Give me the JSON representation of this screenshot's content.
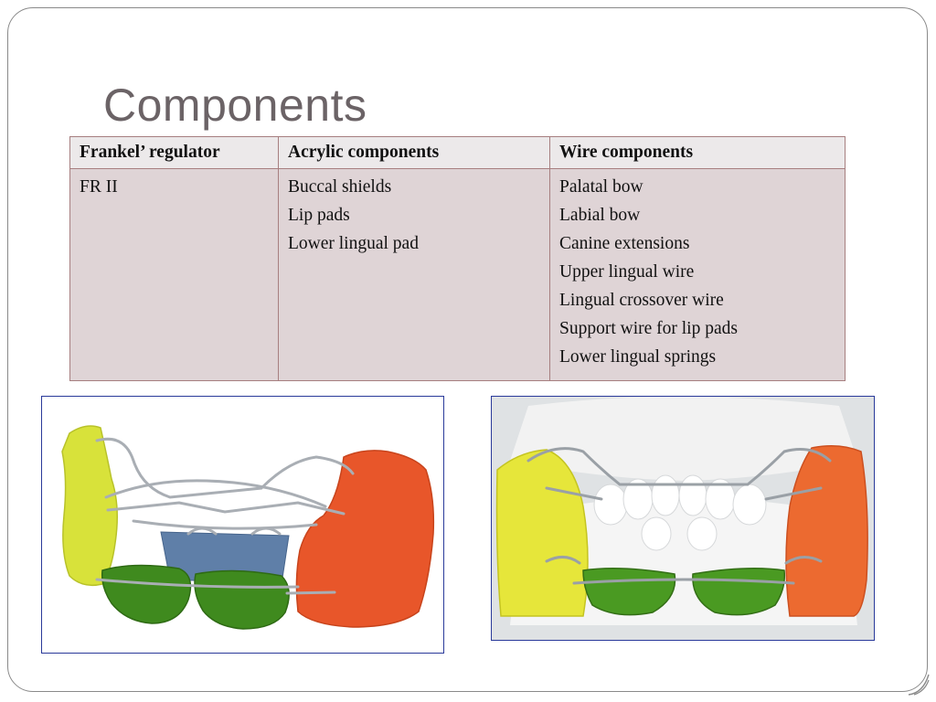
{
  "slide": {
    "title": "Components"
  },
  "table": {
    "headers": [
      "Frankel’ regulator",
      "Acrylic components",
      "Wire components"
    ],
    "row": {
      "appliance": "FR II",
      "acrylic": [
        "Buccal shields",
        "Lip pads",
        "Lower lingual pad"
      ],
      "wire": [
        "Palatal bow",
        "Labial bow",
        "Canine extensions",
        "Upper lingual wire",
        "Lingual crossover wire",
        "Support wire for lip pads",
        "Lower lingual springs"
      ]
    }
  },
  "colors": {
    "title": "#6b6366",
    "header_bg": "#ece9ea",
    "cell_bg": "#dfd4d6",
    "table_border": "#a77f80",
    "photo_border": "#2a3a9a",
    "acrylic_yellow": "#d8e23a",
    "acrylic_orange": "#e8562a",
    "acrylic_green": "#3f8a1e",
    "acrylic_blue": "#5f7fa8",
    "wire": "#a9aeb4"
  },
  "images": [
    {
      "name": "appliance-photo",
      "subject": "Frankel II appliance off the model"
    },
    {
      "name": "appliance-on-model-photo",
      "subject": "Frankel II appliance on dental cast"
    }
  ]
}
